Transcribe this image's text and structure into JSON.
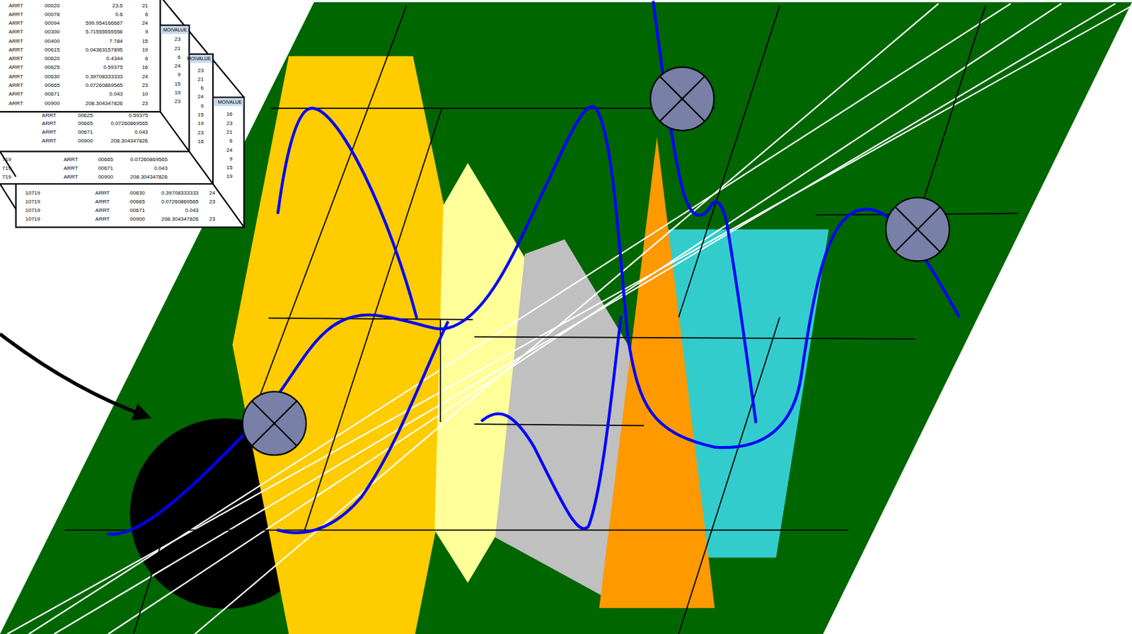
{
  "diagram": {
    "labels": [
      "ARRT",
      "00020",
      "23.5",
      "21",
      "ARRT",
      "00078",
      "0.6",
      "6",
      "ARRT",
      "00094",
      "599.954166667",
      "24",
      "ARRT",
      "00300",
      "5.71555555556",
      "9",
      "ARRT",
      "00400",
      "7.784",
      "15",
      "ARRT",
      "00615",
      "0.04363157895",
      "19",
      "ARRT",
      "00620",
      "0.4344",
      "6",
      "ARRT",
      "00625",
      "0.59375",
      "16",
      "ARRT",
      "00630",
      "0.39708333333",
      "24",
      "ARRT",
      "00665",
      "0.07260869565",
      "23",
      "ARRT",
      "00671",
      "0.043",
      "10",
      "ARRT",
      "00900",
      "208.304347826",
      "23",
      "MOIVALUE",
      "23",
      "21",
      "6",
      "24",
      "9",
      "15",
      "19",
      "23",
      "ARRT",
      "00625",
      "0.59375",
      "ARRT",
      "00665",
      "0.07260869565",
      "ARRT",
      "00671",
      "0.043",
      "ARRT",
      "00900",
      "208.304347826",
      "MOIVALUE",
      "23",
      "21",
      "6",
      "24",
      "9",
      "15",
      "19",
      "23",
      "16",
      "719",
      "ARRT",
      "00665",
      "0.07260869565",
      "719",
      "ARRT",
      "00671",
      "0.043",
      "719",
      "ARRT",
      "00900",
      "208.304347826",
      "MOIVALUE",
      "16",
      "23",
      "21",
      "6",
      "24",
      "9",
      "15",
      "19",
      "10719",
      "ARRT",
      "00630",
      "0.39708333333",
      "24",
      "10719",
      "ARRT",
      "00665",
      "0.07260869565",
      "23",
      "10719",
      "ARRT",
      "00671",
      "0.043",
      "10719",
      "ARRT",
      "00900",
      "208.304347826",
      "23"
    ]
  }
}
